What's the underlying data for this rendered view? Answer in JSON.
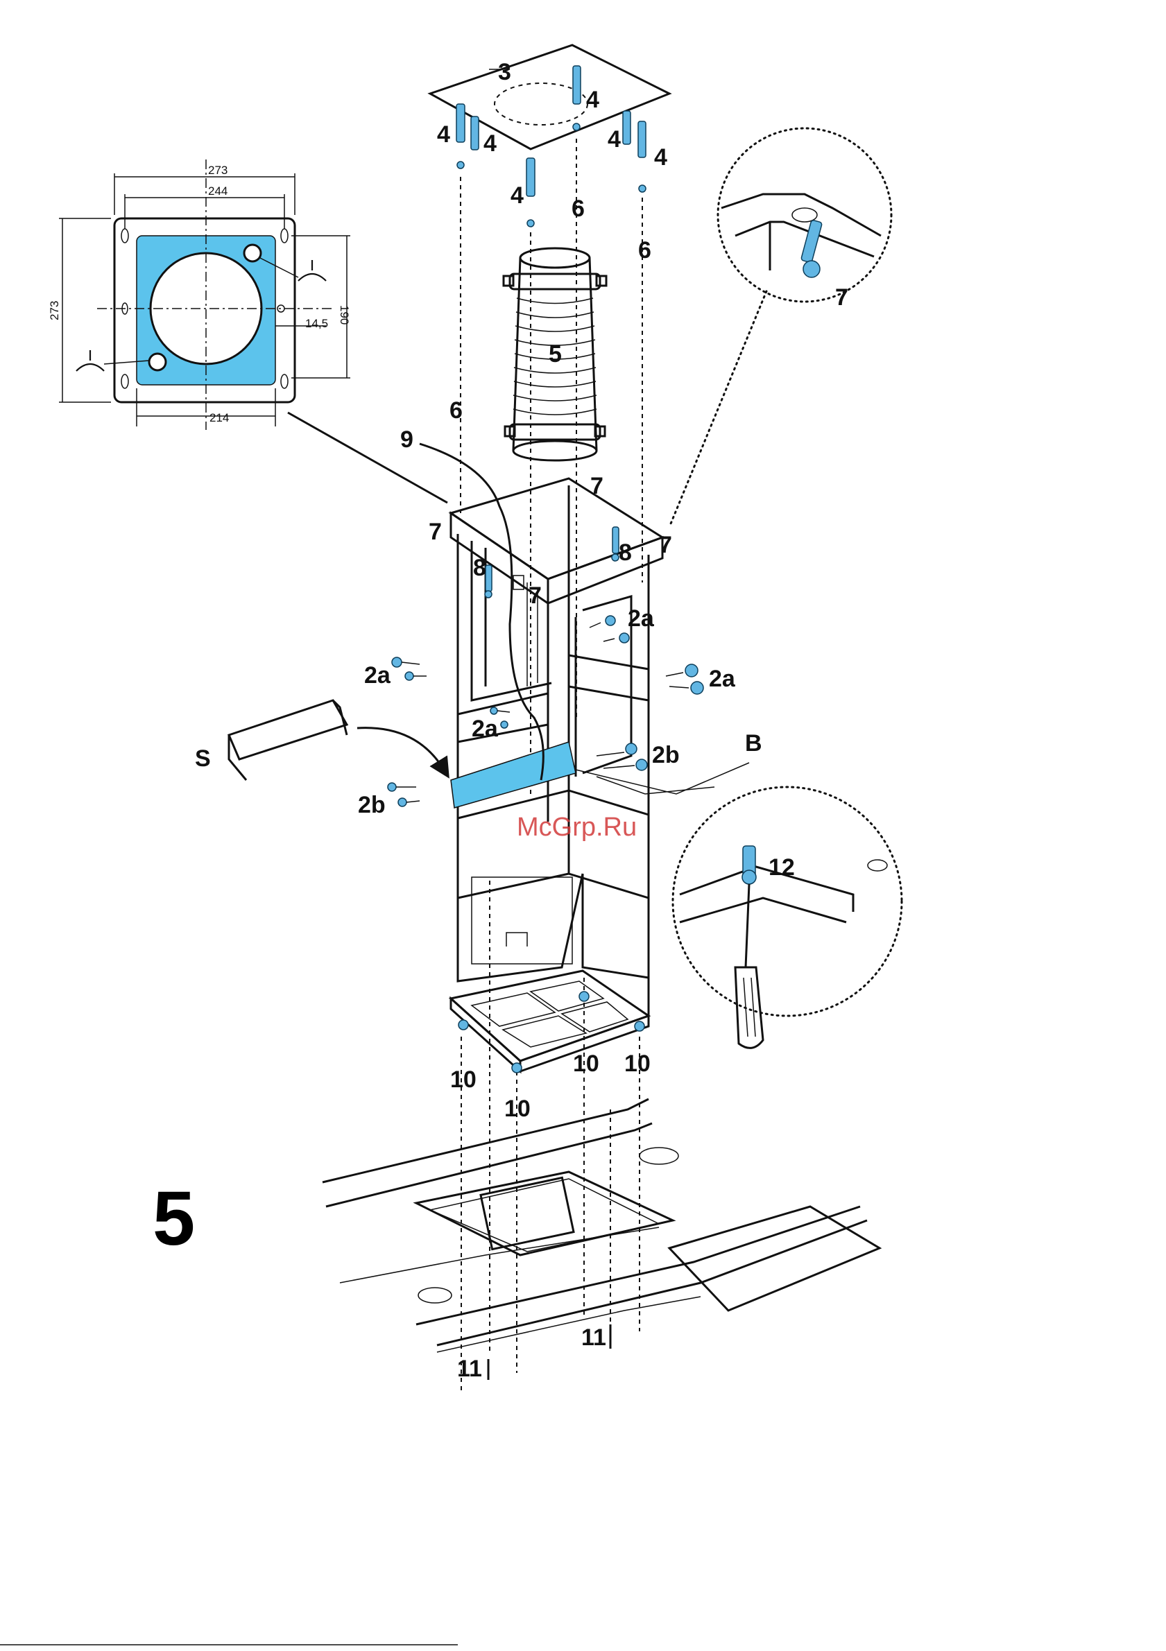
{
  "figure_number": "5",
  "watermark": "McGrp.Ru",
  "part_labels": {
    "ceiling_plate": "3",
    "wall_plug": "4",
    "flexible_duct": "5",
    "threaded_rod": "6",
    "bracket": "7",
    "rod_nut": "8",
    "cable": "9",
    "bottom_screw": "10",
    "hood_screw": "11",
    "detail_screw": "12",
    "side_screw_a": "2a",
    "side_screw_b": "2b",
    "band": "B",
    "cover_piece": "S"
  },
  "dimensions": {
    "outer_width": "273",
    "inner_width": "244",
    "height": "273",
    "hole_spacing": "190",
    "offset": "14,5",
    "base_width": "214"
  },
  "colors": {
    "accent_blue": "#5cc3ec",
    "screw_blue": "#62b6e3",
    "line": "#111111",
    "watermark": "#d23a3a"
  }
}
